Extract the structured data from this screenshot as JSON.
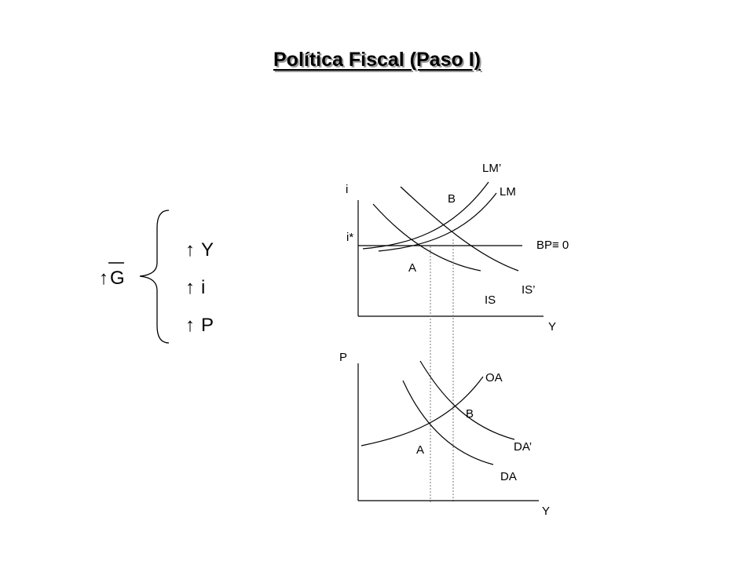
{
  "title": "Política Fiscal (Paso I)",
  "left_block": {
    "shock_arrow": "↑",
    "shock_var": "G",
    "effects": [
      {
        "arrow": "↑",
        "var": "Y"
      },
      {
        "arrow": "↑",
        "var": "i"
      },
      {
        "arrow": "↑",
        "var": "P"
      }
    ]
  },
  "top_graph": {
    "y_axis_label": "i",
    "x_axis_label": "Y",
    "istar_label": "i*",
    "curves": {
      "lm_prime": "LM’",
      "lm": "LM",
      "bp": "BP≡ 0",
      "is_prime": "IS’",
      "is": "IS"
    },
    "points": {
      "a": "A",
      "b": "B"
    }
  },
  "bottom_graph": {
    "y_axis_label": "P",
    "x_axis_label": "Y",
    "curves": {
      "oa": "OA",
      "da_prime": "DA’",
      "da": "DA"
    },
    "points": {
      "a": "A",
      "b": "B"
    }
  }
}
